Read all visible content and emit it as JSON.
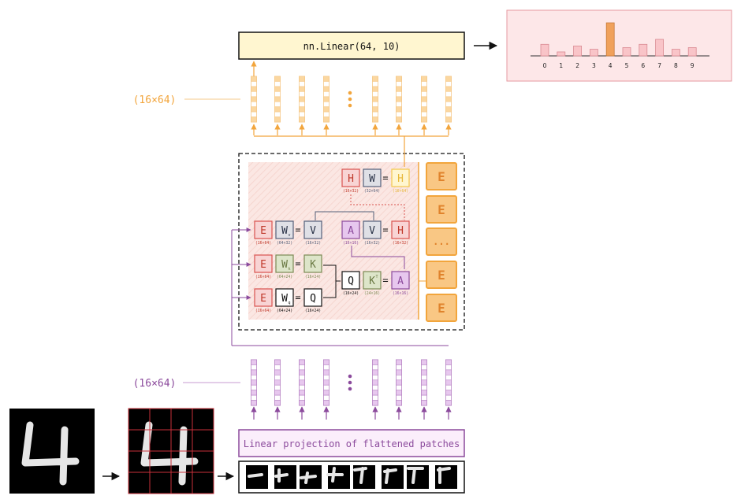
{
  "colors": {
    "orange": "#f2a53c",
    "orange_fill": "#fbd7a0",
    "orange_text": "#e0832c",
    "purple": "#8b4a9c",
    "purple_fill": "#e7c7ee",
    "red": "#d9534f",
    "red_fill": "#f8d4d4",
    "gray_fill": "#dfe0e6",
    "green_fill": "#dde5c9",
    "yellow_fill": "#fff6d0",
    "head_fill": "#fbe8e4",
    "output_panel": "#fde7e8",
    "bar_fill": "#f9c4c8",
    "bar_highlight": "#f0a15b"
  },
  "linear_head_label": "nn.Linear(64, 10)",
  "output_shape_label": "(16×64)",
  "input_shape_label": "(16×64)",
  "projection_label": "Linear projection of flattened patches",
  "encoder_label": "E",
  "encoder_ellipsis": "...",
  "chart_data": {
    "type": "bar",
    "categories": [
      "0",
      "1",
      "2",
      "3",
      "4",
      "5",
      "6",
      "7",
      "8",
      "9"
    ],
    "values": [
      0.35,
      0.12,
      0.3,
      0.2,
      1.0,
      0.25,
      0.35,
      0.5,
      0.2,
      0.25
    ],
    "highlight_index": 4,
    "title": "",
    "xlabel": "",
    "ylabel": ""
  },
  "attention": {
    "top_row": [
      {
        "sym": "H",
        "dim": "(16×32)",
        "style": "red"
      },
      {
        "sym": "W",
        "dim": "(32×64)",
        "style": "gray"
      },
      {
        "sym": "H",
        "dim": "(16×64)",
        "style": "yellow"
      }
    ],
    "v_row": [
      {
        "sym": "E",
        "dim": "(16×64)",
        "style": "red"
      },
      {
        "sym": "W",
        "sub": "v",
        "dim": "(64×32)",
        "style": "gray"
      },
      {
        "sym": "V",
        "dim": "(16×32)",
        "style": "gray"
      }
    ],
    "av_row": [
      {
        "sym": "A",
        "dim": "(16×16)",
        "style": "purple"
      },
      {
        "sym": "V",
        "dim": "(16×32)",
        "style": "gray"
      },
      {
        "sym": "H",
        "dim": "(16×32)",
        "style": "red"
      }
    ],
    "k_row": [
      {
        "sym": "E",
        "dim": "(16×64)",
        "style": "red"
      },
      {
        "sym": "W",
        "sub": "k",
        "dim": "(64×24)",
        "style": "green"
      },
      {
        "sym": "K",
        "dim": "(16×24)",
        "style": "green"
      }
    ],
    "q_row": [
      {
        "sym": "E",
        "dim": "(16×64)",
        "style": "red"
      },
      {
        "sym": "W",
        "sub": "q",
        "dim": "(64×24)",
        "style": "white"
      },
      {
        "sym": "Q",
        "dim": "(16×24)",
        "style": "white"
      }
    ],
    "qk_row": [
      {
        "sym": "Q",
        "dim": "(16×24)",
        "style": "white"
      },
      {
        "sym": "K",
        "sup": "T",
        "dim": "(24×16)",
        "style": "green"
      },
      {
        "sym": "A",
        "dim": "(16×16)",
        "style": "purple"
      }
    ],
    "equals": "="
  }
}
